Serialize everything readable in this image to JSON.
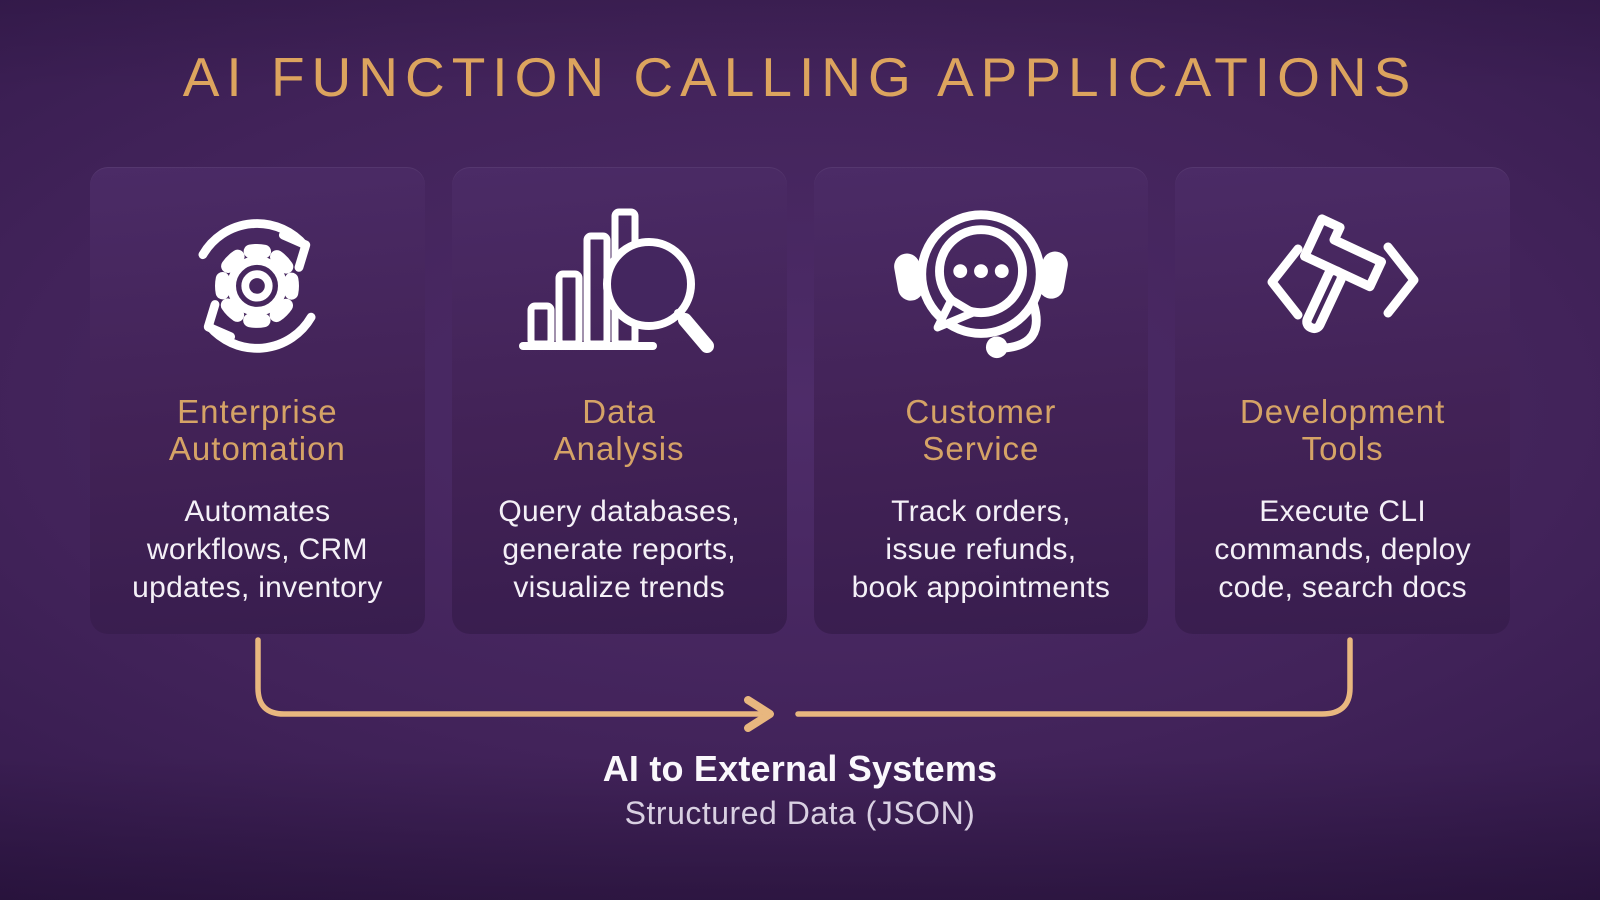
{
  "title": "AI FUNCTION CALLING APPLICATIONS",
  "cards": [
    {
      "icon": "automation-sync-gear-icon",
      "title_line1": "Enterprise",
      "title_line2": "Automation",
      "desc_lines": [
        "Automates",
        "workflows, CRM",
        "updates, inventory"
      ]
    },
    {
      "icon": "data-analysis-chart-magnifier-icon",
      "title_line1": "Data",
      "title_line2": "Analysis",
      "desc_lines": [
        "Query databases,",
        "generate reports,",
        "visualize trends"
      ]
    },
    {
      "icon": "customer-service-headset-chat-icon",
      "title_line1": "Customer",
      "title_line2": "Service",
      "desc_lines": [
        "Track orders,",
        "issue refunds,",
        "book appointments"
      ]
    },
    {
      "icon": "development-tools-code-hammer-icon",
      "title_line1": "Development",
      "title_line2": "Tools",
      "desc_lines": [
        "Execute CLI",
        "commands, deploy",
        "code, search docs"
      ]
    }
  ],
  "flow": {
    "label_bold": "AI to External Systems",
    "label_sub": "Structured Data (JSON)"
  },
  "colors": {
    "background_center": "#4E2C69",
    "background_edge": "#2A1040",
    "card_background_top": "#4B2B66",
    "card_background_bottom": "#381D4E",
    "title_gold": "#DCA45E",
    "card_heading_gold": "#D5A366",
    "arrow_gold": "#E8B77F",
    "body_text": "#F4F0F7",
    "icon_white": "#FFFFFF"
  }
}
